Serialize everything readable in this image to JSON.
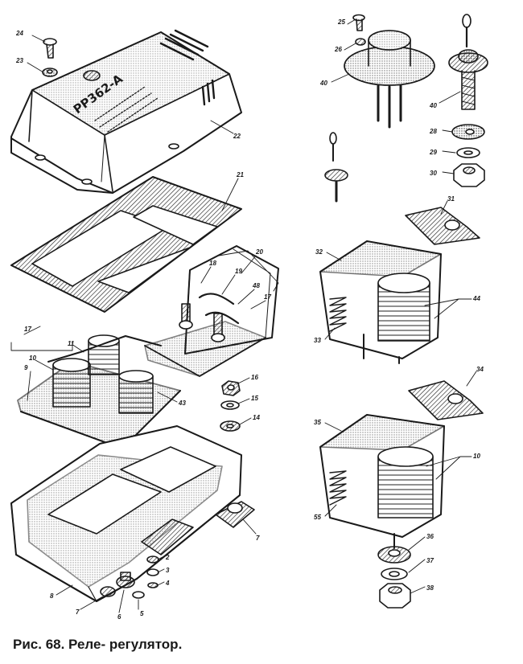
{
  "figure": {
    "caption": "Рис. 68. Реле- регулятор.",
    "cover_stamp": "РР362-А"
  },
  "callouts": [
    {
      "key": "24",
      "text": "24"
    },
    {
      "key": "23",
      "text": "23"
    },
    {
      "key": "22",
      "text": "22"
    },
    {
      "key": "21",
      "text": "21"
    },
    {
      "key": "20",
      "text": "20"
    },
    {
      "key": "18",
      "text": "18"
    },
    {
      "key": "19",
      "text": "19"
    },
    {
      "key": "48",
      "text": "48"
    },
    {
      "key": "17r",
      "text": "17"
    },
    {
      "key": "17l",
      "text": "17"
    },
    {
      "key": "11",
      "text": "11"
    },
    {
      "key": "10",
      "text": "10"
    },
    {
      "key": "9",
      "text": "9"
    },
    {
      "key": "43",
      "text": "43"
    },
    {
      "key": "16",
      "text": "16"
    },
    {
      "key": "15",
      "text": "15"
    },
    {
      "key": "14",
      "text": "14"
    },
    {
      "key": "7r",
      "text": "7"
    },
    {
      "key": "8",
      "text": "8"
    },
    {
      "key": "7l",
      "text": "7"
    },
    {
      "key": "6",
      "text": "6"
    },
    {
      "key": "5",
      "text": "5"
    },
    {
      "key": "4",
      "text": "4"
    },
    {
      "key": "3",
      "text": "3"
    },
    {
      "key": "2",
      "text": "2"
    },
    {
      "key": "25",
      "text": "25"
    },
    {
      "key": "26",
      "text": "26"
    },
    {
      "key": "40a",
      "text": "40"
    },
    {
      "key": "40b",
      "text": "40"
    },
    {
      "key": "28",
      "text": "28"
    },
    {
      "key": "29",
      "text": "29"
    },
    {
      "key": "30",
      "text": "30"
    },
    {
      "key": "31",
      "text": "31"
    },
    {
      "key": "32",
      "text": "32"
    },
    {
      "key": "44",
      "text": "44"
    },
    {
      "key": "33",
      "text": "33"
    },
    {
      "key": "34",
      "text": "34"
    },
    {
      "key": "35",
      "text": "35"
    },
    {
      "key": "10b",
      "text": "10"
    },
    {
      "key": "55",
      "text": "55"
    },
    {
      "key": "36",
      "text": "36"
    },
    {
      "key": "37",
      "text": "37"
    },
    {
      "key": "38",
      "text": "38"
    }
  ]
}
